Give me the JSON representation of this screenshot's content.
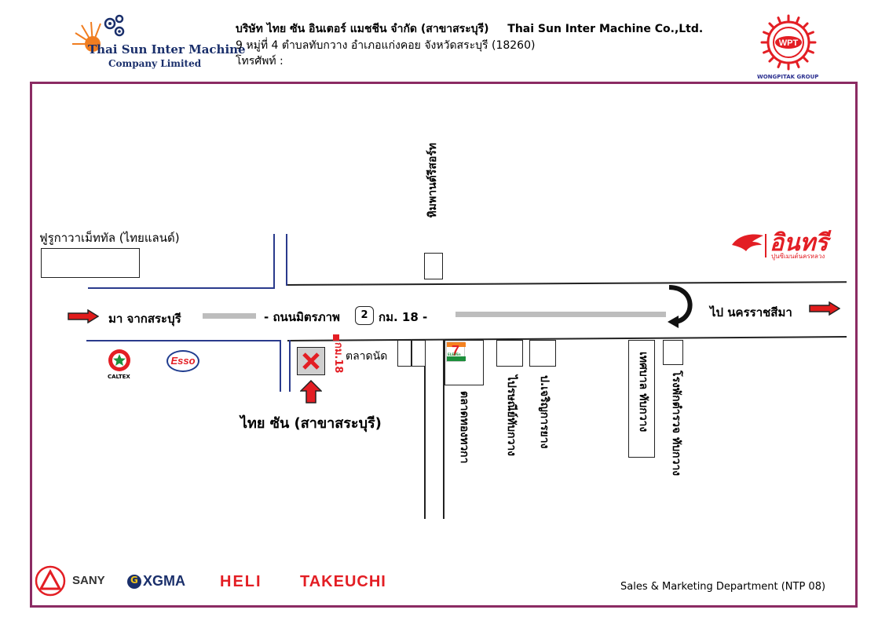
{
  "header": {
    "company_name": "Thai Sun Inter Machine",
    "company_sub": "Company Limited",
    "title_thai": "บริษัท ไทย ซัน อินเตอร์ แมชชีน จำกัด (สาขาสระบุรี)",
    "title_en": "Thai Sun Inter Machine Co.,Ltd.",
    "address": "9  หมู่ที่ 4  ตำบลทับกวาง อำเภอแก่งคอย  จังหวัดสระบุรี (18260)",
    "phone": "โทรศัพท์ :",
    "group_logo_text": "WPT",
    "group_name": "WONGPITAK GROUP"
  },
  "map": {
    "froot_label": "ฟูรูกาวาเม็ททัล (ไทยแลนด์)",
    "from_label": "มา จากสระบุรี",
    "road_label": "- ถนนมิตรภาพ",
    "route_number": "2",
    "km_label": "กม. 18  -",
    "to_label": "ไป นครราชสีมา",
    "intharee_brand": "อินทรี",
    "intharee_sub": "ปูนซีเมนต์นครหลวง",
    "caltex_label": "CALTEX",
    "esso_label": "Esso",
    "km_marker": "กม.18",
    "market_label": "ตลาดนัด",
    "seven_eleven": "7",
    "seven_sub": "ELEVEn",
    "branch_label": "ไทย ซัน (สาขาสระบุรี)",
    "side_street_top": "หิมพานต์รีสอร์ท",
    "vertical_labels": [
      "ตลาดทองทวกา",
      "ไปรษณีย์ทับกวาง",
      "ป.เจริญการยาง",
      "เทศบาล ทับกวาง",
      "โรงพักตำรวจ ทับกวาง"
    ]
  },
  "footer": {
    "brands": [
      "SANY",
      "XGMA",
      "HELI",
      "TAKEUCHI"
    ],
    "department": "Sales & Marketing Department  (NTP  08)"
  },
  "colors": {
    "frame": "#8b2b63",
    "road": "#2a3a8c",
    "gray_bar": "#bdbdbd",
    "arrow_red": "#e01b1b",
    "company_blue": "#1a2f6b",
    "wpt_red": "#e31e24",
    "intharee_red": "#e31e24"
  }
}
